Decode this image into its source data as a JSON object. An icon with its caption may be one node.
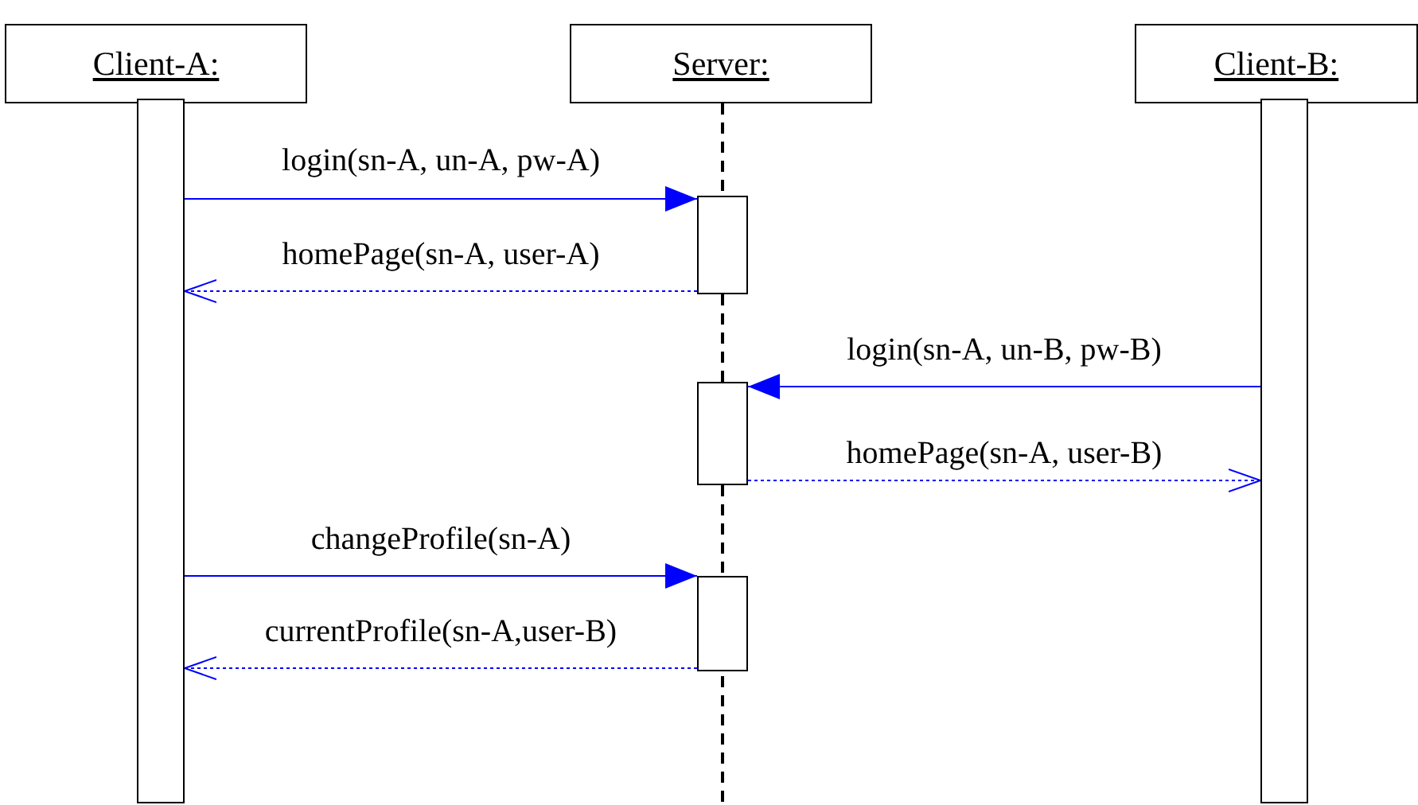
{
  "diagram": {
    "nodes": [
      {
        "text": [
          "Client-A:"
        ]
      },
      {
        "text": [
          "Server:"
        ]
      },
      {
        "text": [
          "Client-B:"
        ]
      },
      {
        "text": [],
        "shape": "bar"
      },
      {
        "text": [],
        "shape": "bar"
      },
      {
        "text": [],
        "shape": "bar"
      },
      {
        "text": [],
        "shape": "bar"
      },
      {
        "text": [],
        "shape": "bar"
      }
    ],
    "edges": [
      {
        "from": 3,
        "to": 4,
        "arrow": "to",
        "label": "login(sn-A, un-A, pw-A)",
        "color": "#0000ff"
      },
      {
        "from": 4,
        "to": 3,
        "arrow": "to",
        "label": "homePage(sn-A, user-A)",
        "style": "dashed",
        "color": "#0000ff"
      },
      {
        "from": 7,
        "to": 5,
        "arrow": "to",
        "label": "login(sn-A, un-B, pw-B)",
        "color": "#0000ff"
      },
      {
        "from": 5,
        "to": 7,
        "arrow": "to",
        "label": "homePage(sn-A, user-B)",
        "style": "dashed",
        "color": "#0000ff"
      },
      {
        "from": 3,
        "to": 6,
        "arrow": "to",
        "label": "changeProfile(sn-A)",
        "color": "#0000ff"
      },
      {
        "from": 6,
        "to": 3,
        "arrow": "to",
        "label": "currentProfile(sn-A,user-B)",
        "style": "dashed",
        "color": "#0000ff"
      }
    ]
  }
}
